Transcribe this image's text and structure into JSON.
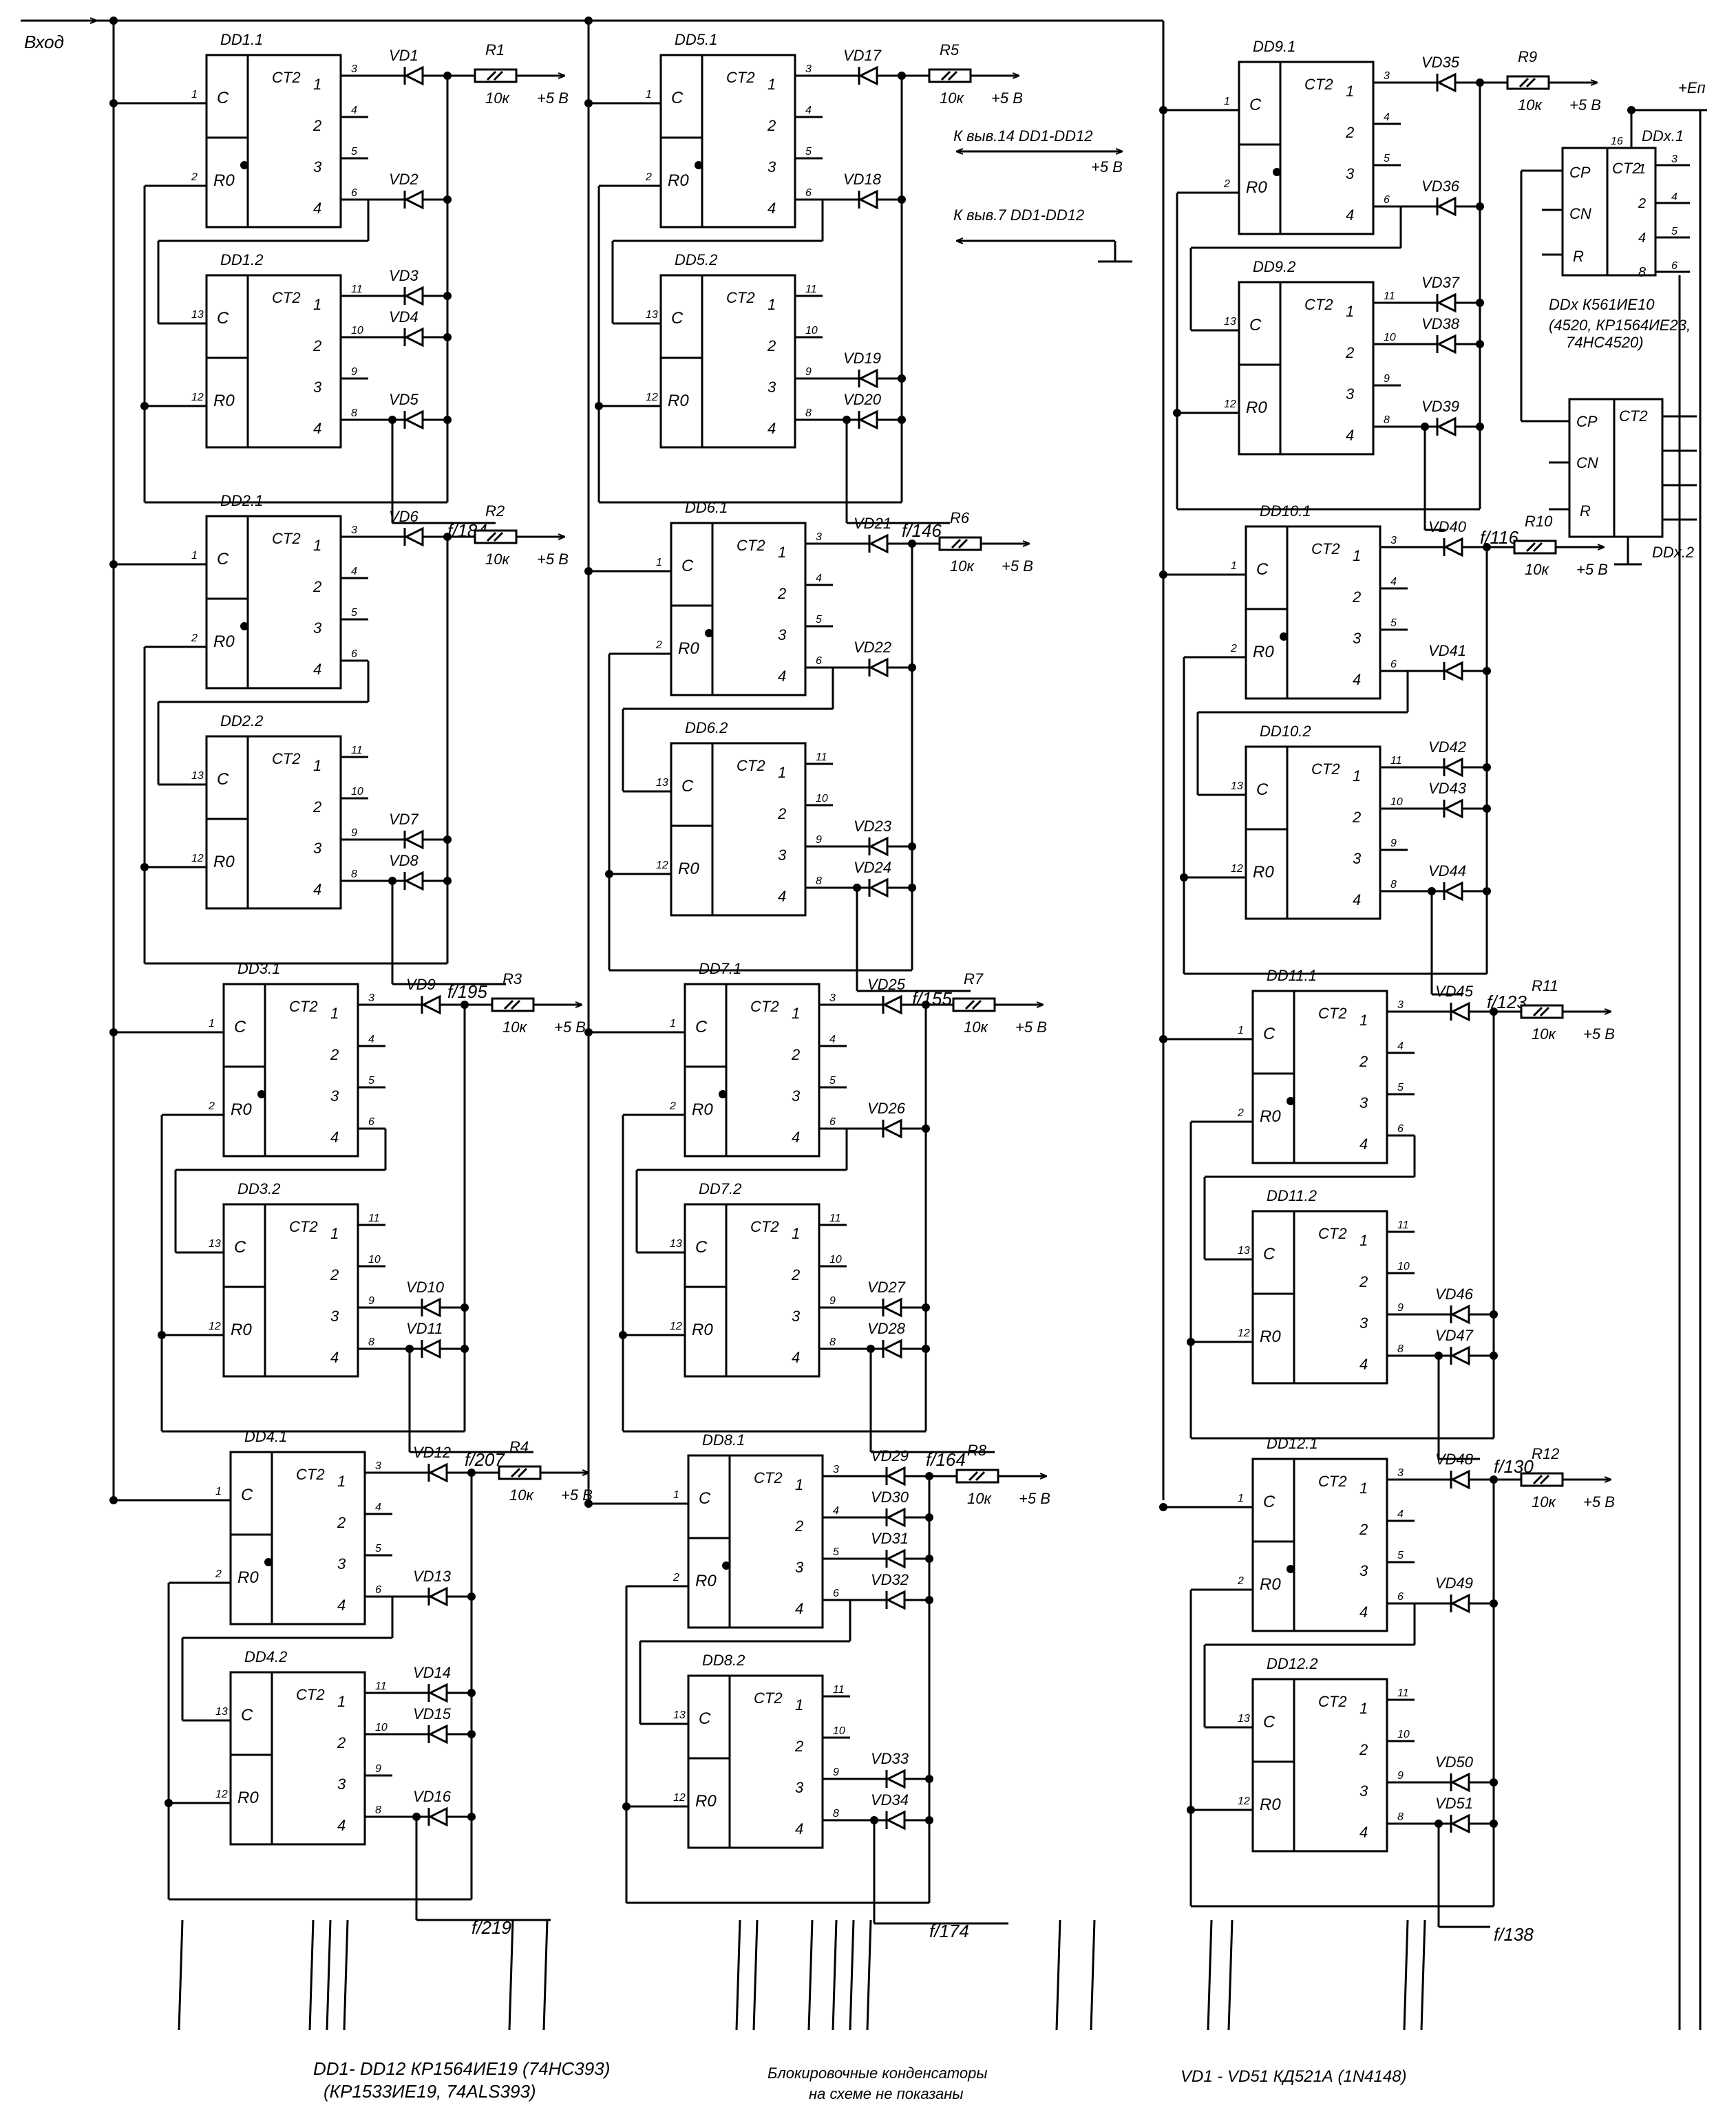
{
  "input_label": "Вход",
  "supply": "+5 В",
  "supply_en": "+Еп",
  "resistor_value": "10к",
  "pin_labels": {
    "clock": "C",
    "reset": "R0",
    "counter": "CT2",
    "cp": "CP",
    "cn": "CN",
    "r": "R"
  },
  "notes": {
    "pin14": "К выв.14 DD1-DD12",
    "pin14_supply": "+5 В",
    "pin7": "К выв.7 DD1-DD12",
    "chip_list": "DD1- DD12 КР1564ИЕ19 (74HC393)",
    "chip_analogs": "(КР1533ИЕ19, 74ALS393)",
    "caps_line1": "Блокировочные конденсаторы",
    "caps_line2": "на схеме не показаны",
    "diodes": "VD1 - VD51 КД521А (1N4148)",
    "ddx_type": "DDx    К561ИЕ10",
    "ddx_analogs1": "(4520, КР1564ИЕ23,",
    "ddx_analogs2": "74HC4520)"
  },
  "blocks": [
    {
      "id": "DD1",
      "u1": "DD1.1",
      "u2": "DD1.2",
      "res": "R1",
      "diodes": [
        "VD1",
        "VD2",
        "VD3",
        "VD4",
        "VD5"
      ],
      "freq": "f/184"
    },
    {
      "id": "DD2",
      "u1": "DD2.1",
      "u2": "DD2.2",
      "res": "R2",
      "diodes": [
        "VD6",
        "VD7",
        "VD8"
      ],
      "freq": "f/195"
    },
    {
      "id": "DD3",
      "u1": "DD3.1",
      "u2": "DD3.2",
      "res": "R3",
      "diodes": [
        "VD9",
        "VD10",
        "VD11"
      ],
      "freq": "f/207"
    },
    {
      "id": "DD4",
      "u1": "DD4.1",
      "u2": "DD4.2",
      "res": "R4",
      "diodes": [
        "VD12",
        "VD13",
        "VD14",
        "VD15",
        "VD16"
      ],
      "freq": "f/219"
    },
    {
      "id": "DD5",
      "u1": "DD5.1",
      "u2": "DD5.2",
      "res": "R5",
      "diodes": [
        "VD17",
        "VD18",
        "VD19",
        "VD20"
      ],
      "freq": "f/146"
    },
    {
      "id": "DD6",
      "u1": "DD6.1",
      "u2": "DD6.2",
      "res": "R6",
      "diodes": [
        "VD21",
        "VD22",
        "VD23",
        "VD24"
      ],
      "freq": "f/155"
    },
    {
      "id": "DD7",
      "u1": "DD7.1",
      "u2": "DD7.2",
      "res": "R7",
      "diodes": [
        "VD25",
        "VD26",
        "VD27",
        "VD28"
      ],
      "freq": "f/164"
    },
    {
      "id": "DD8",
      "u1": "DD8.1",
      "u2": "DD8.2",
      "res": "R8",
      "diodes": [
        "VD29",
        "VD30",
        "VD31",
        "VD32",
        "VD33",
        "VD34"
      ],
      "freq": "f/174"
    },
    {
      "id": "DD9",
      "u1": "DD9.1",
      "u2": "DD9.2",
      "res": "R9",
      "diodes": [
        "VD35",
        "VD36",
        "VD37",
        "VD38",
        "VD39"
      ],
      "freq": "f/116"
    },
    {
      "id": "DD10",
      "u1": "DD10.1",
      "u2": "DD10.2",
      "res": "R10",
      "diodes": [
        "VD40",
        "VD41",
        "VD42",
        "VD43",
        "VD44"
      ],
      "freq": "f/123"
    },
    {
      "id": "DD11",
      "u1": "DD11.1",
      "u2": "DD11.2",
      "res": "R11",
      "diodes": [
        "VD45",
        "VD46",
        "VD47"
      ],
      "freq": "f/130"
    },
    {
      "id": "DD12",
      "u1": "DD12.1",
      "u2": "DD12.2",
      "res": "R12",
      "diodes": [
        "VD48",
        "VD49",
        "VD50",
        "VD51"
      ],
      "freq": "f/138"
    }
  ],
  "ddx": {
    "u1": "DDx.1",
    "u2": "DDx.2"
  }
}
